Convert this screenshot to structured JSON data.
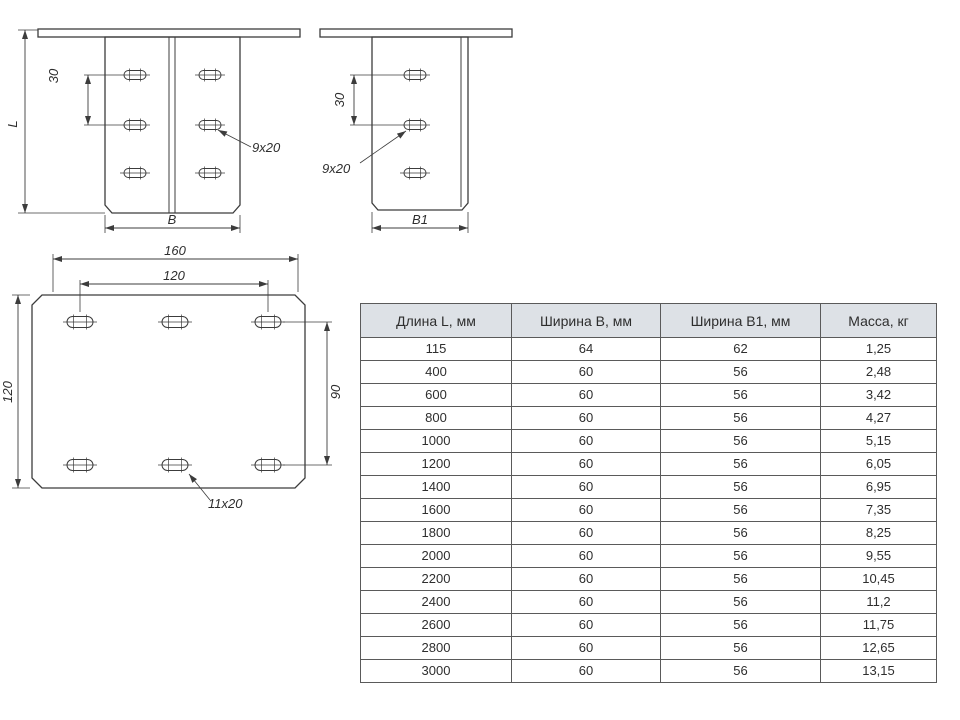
{
  "colors": {
    "drawing_line": "#3c3c3c",
    "table_border": "#5a5a5a",
    "table_header_bg": "#dde1e6",
    "text": "#2e2e2e"
  },
  "drawings": {
    "front_view": {
      "dim_hole_spacing": "30",
      "dim_length": "L",
      "dim_width": "B",
      "hole_label": "9x20"
    },
    "side_view": {
      "dim_hole_spacing": "30",
      "hole_label": "9x20",
      "dim_width": "B1"
    },
    "plate_view": {
      "dim_outer_width": "160",
      "dim_hole_spacing_width": "120",
      "dim_outer_height": "120",
      "dim_hole_spacing_height": "90",
      "hole_label": "11x20"
    }
  },
  "table": {
    "headers": [
      "Длина L, мм",
      "Ширина B, мм",
      "Ширина B1, мм",
      "Масса, кг"
    ],
    "rows": [
      [
        "115",
        "64",
        "62",
        "1,25"
      ],
      [
        "400",
        "60",
        "56",
        "2,48"
      ],
      [
        "600",
        "60",
        "56",
        "3,42"
      ],
      [
        "800",
        "60",
        "56",
        "4,27"
      ],
      [
        "1000",
        "60",
        "56",
        "5,15"
      ],
      [
        "1200",
        "60",
        "56",
        "6,05"
      ],
      [
        "1400",
        "60",
        "56",
        "6,95"
      ],
      [
        "1600",
        "60",
        "56",
        "7,35"
      ],
      [
        "1800",
        "60",
        "56",
        "8,25"
      ],
      [
        "2000",
        "60",
        "56",
        "9,55"
      ],
      [
        "2200",
        "60",
        "56",
        "10,45"
      ],
      [
        "2400",
        "60",
        "56",
        "11,2"
      ],
      [
        "2600",
        "60",
        "56",
        "11,75"
      ],
      [
        "2800",
        "60",
        "56",
        "12,65"
      ],
      [
        "3000",
        "60",
        "56",
        "13,15"
      ]
    ]
  }
}
